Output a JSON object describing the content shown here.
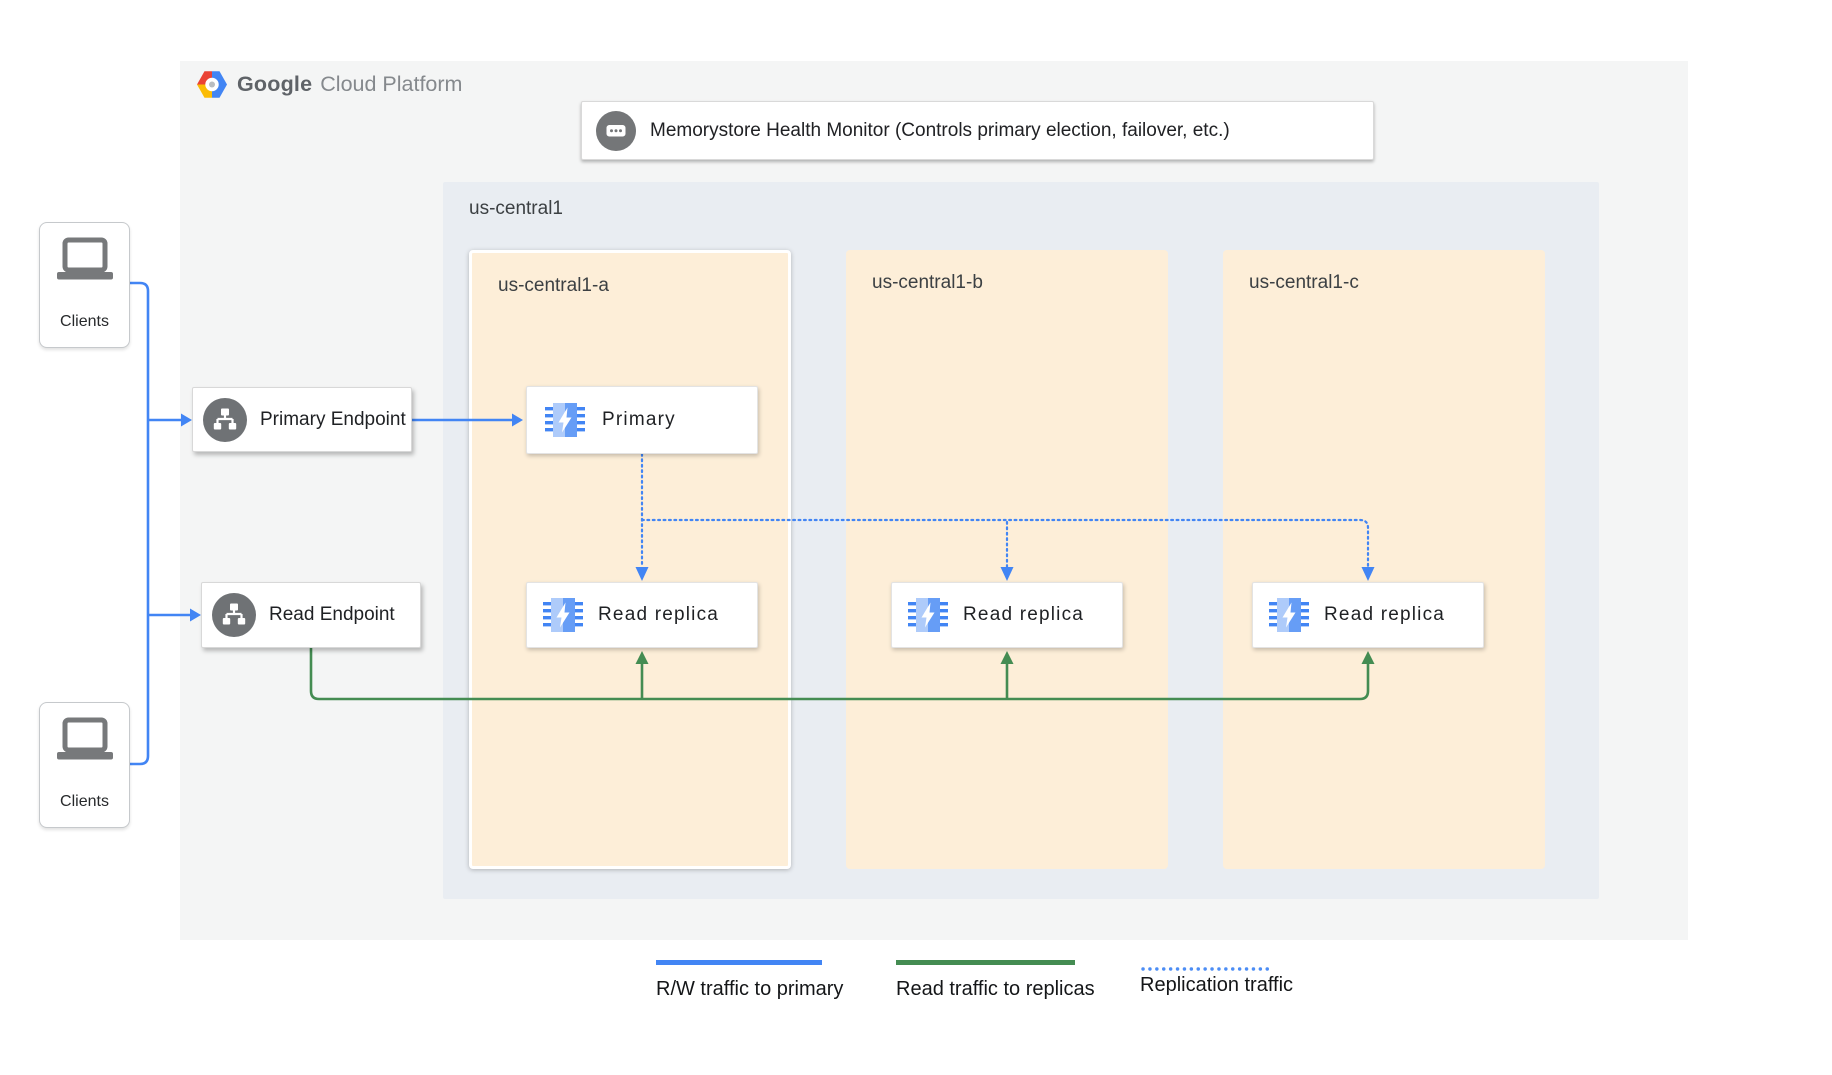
{
  "brand": {
    "google": "Google",
    "cloud_platform": "Cloud Platform"
  },
  "health_monitor": {
    "label": "Memorystore Health Monitor (Controls primary election, failover, etc.)",
    "icon": "chat-ellipsis-icon"
  },
  "clients": {
    "top": {
      "label": "Clients",
      "icon": "laptop-icon"
    },
    "bottom": {
      "label": "Clients",
      "icon": "laptop-icon"
    }
  },
  "endpoints": {
    "primary": {
      "label": "Primary Endpoint",
      "icon": "network-endpoint-icon"
    },
    "read": {
      "label": "Read Endpoint",
      "icon": "network-endpoint-icon"
    }
  },
  "region": {
    "label": "us-central1",
    "zones": [
      {
        "label": "us-central1-a",
        "highlighted": true,
        "nodes": [
          {
            "label": "Primary",
            "icon": "memorystore-icon"
          },
          {
            "label": "Read replica",
            "icon": "memorystore-icon"
          }
        ]
      },
      {
        "label": "us-central1-b",
        "highlighted": false,
        "nodes": [
          {
            "label": "Read replica",
            "icon": "memorystore-icon"
          }
        ]
      },
      {
        "label": "us-central1-c",
        "highlighted": false,
        "nodes": [
          {
            "label": "Read replica",
            "icon": "memorystore-icon"
          }
        ]
      }
    ]
  },
  "legend": {
    "items": [
      {
        "label": "R/W traffic to primary",
        "style": "solid",
        "color": "#4285f4"
      },
      {
        "label": "Read traffic to replicas",
        "style": "solid",
        "color": "#448c52"
      },
      {
        "label": "Replication traffic",
        "style": "dotted",
        "color": "#4c8df5"
      }
    ]
  },
  "colors": {
    "rw_traffic": "#4285f4",
    "read_traffic": "#448c52",
    "replication_traffic": "#4c8df5",
    "panel_bg": "#f4f5f5",
    "region_bg": "#e9edf2",
    "zone_bg": "#fdeed8"
  }
}
